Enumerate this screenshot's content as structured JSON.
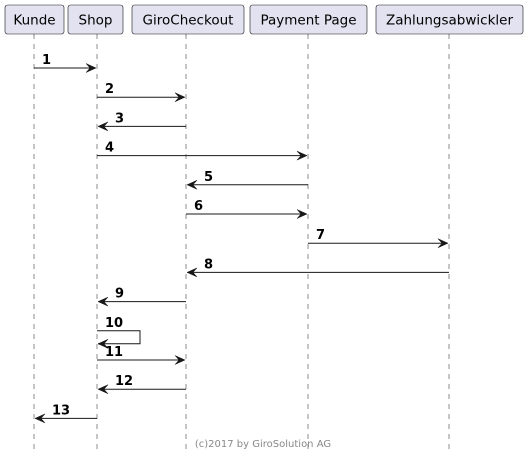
{
  "diagram": {
    "type": "sequence",
    "participants": [
      {
        "id": "kunde",
        "label": "Kunde"
      },
      {
        "id": "shop",
        "label": "Shop"
      },
      {
        "id": "girocheckout",
        "label": "GiroCheckout"
      },
      {
        "id": "paymentpage",
        "label": "Payment Page"
      },
      {
        "id": "zahlungsabwickler",
        "label": "Zahlungsabwickler"
      }
    ],
    "messages": [
      {
        "label": "1",
        "from": "kunde",
        "to": "shop"
      },
      {
        "label": "2",
        "from": "shop",
        "to": "girocheckout"
      },
      {
        "label": "3",
        "from": "girocheckout",
        "to": "shop"
      },
      {
        "label": "4",
        "from": "shop",
        "to": "paymentpage"
      },
      {
        "label": "5",
        "from": "paymentpage",
        "to": "girocheckout"
      },
      {
        "label": "6",
        "from": "girocheckout",
        "to": "paymentpage"
      },
      {
        "label": "7",
        "from": "paymentpage",
        "to": "zahlungsabwickler"
      },
      {
        "label": "8",
        "from": "zahlungsabwickler",
        "to": "girocheckout"
      },
      {
        "label": "9",
        "from": "girocheckout",
        "to": "shop"
      },
      {
        "label": "10",
        "from": "shop",
        "to": "shop"
      },
      {
        "label": "11",
        "from": "shop",
        "to": "girocheckout"
      },
      {
        "label": "12",
        "from": "girocheckout",
        "to": "shop"
      },
      {
        "label": "13",
        "from": "shop",
        "to": "kunde"
      }
    ],
    "footer": "(c)2017 by GiroSolution AG"
  },
  "colors": {
    "participant_fill": "#e2e2f0",
    "line": "#181818",
    "footer_text": "#888888"
  }
}
